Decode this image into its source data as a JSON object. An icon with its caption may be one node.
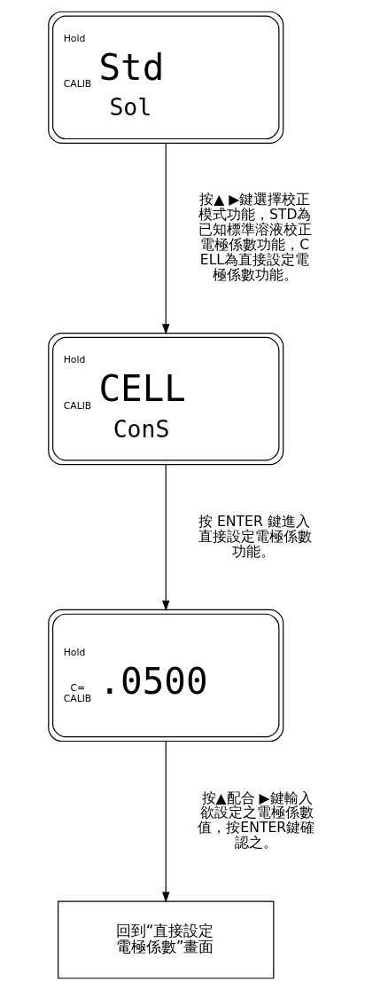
{
  "diagram": {
    "nodes": [
      {
        "text": [
          "Hold",
          "CALIB",
          "Std",
          "Sol"
        ]
      },
      {
        "text": [
          "Hold",
          "CALIB",
          "CELL",
          "ConS"
        ]
      },
      {
        "text": [
          "Hold",
          "C=",
          "CALIB",
          ".0500"
        ]
      },
      {
        "text": [
          "回到“直接設定電極係數”畫面"
        ]
      }
    ],
    "edges": [
      {
        "from": 0,
        "to": 1,
        "arrow": "to",
        "label": "按▲ ▶鍵選擇校正模式功能，STD為已知標準溶液校正電極係數功能，CELL為直接設定電極係數功能。"
      },
      {
        "from": 1,
        "to": 2,
        "arrow": "to",
        "label": "按 ENTER 鍵進入直接設定電極係數功能。"
      },
      {
        "from": 2,
        "to": 3,
        "arrow": "to",
        "label": "按▲配合 ▶鍵輸入欲設定之電極係數值，按ENTER鍵確認之。"
      }
    ]
  }
}
